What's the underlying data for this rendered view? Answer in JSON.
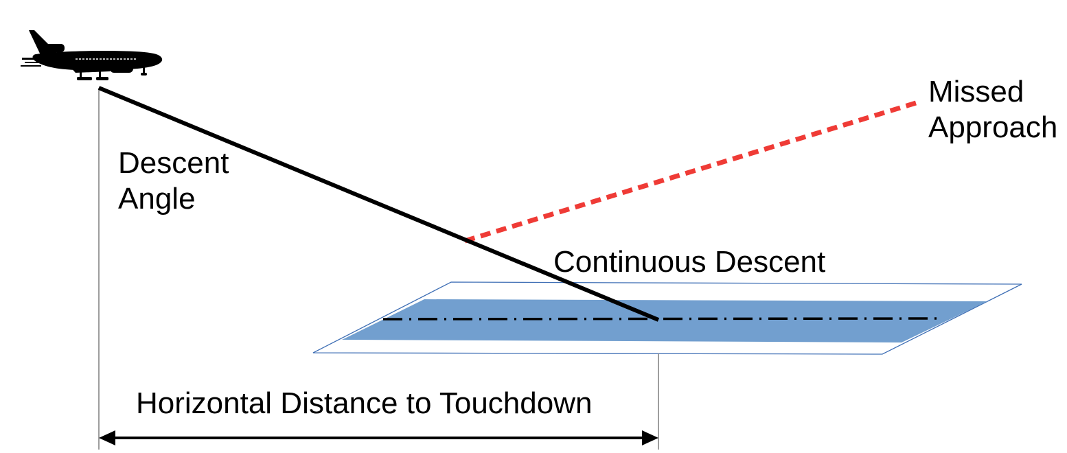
{
  "diagram": {
    "labels": {
      "descent_angle_line1": "Descent",
      "descent_angle_line2": "Angle",
      "missed_approach_line1": "Missed",
      "missed_approach_line2": "Approach",
      "continuous_descent": "Continuous Descent",
      "horizontal_distance": "Horizontal Distance to Touchdown"
    },
    "colors": {
      "descent_path": "#000000",
      "missed_approach_path": "#ef3b36",
      "runway_fill": "#729fcf",
      "runway_outline": "#3f6fb5",
      "guide_lines": "#7f7f7f",
      "aircraft": "#000000"
    },
    "icons": {
      "aircraft": "airplane-icon"
    }
  }
}
